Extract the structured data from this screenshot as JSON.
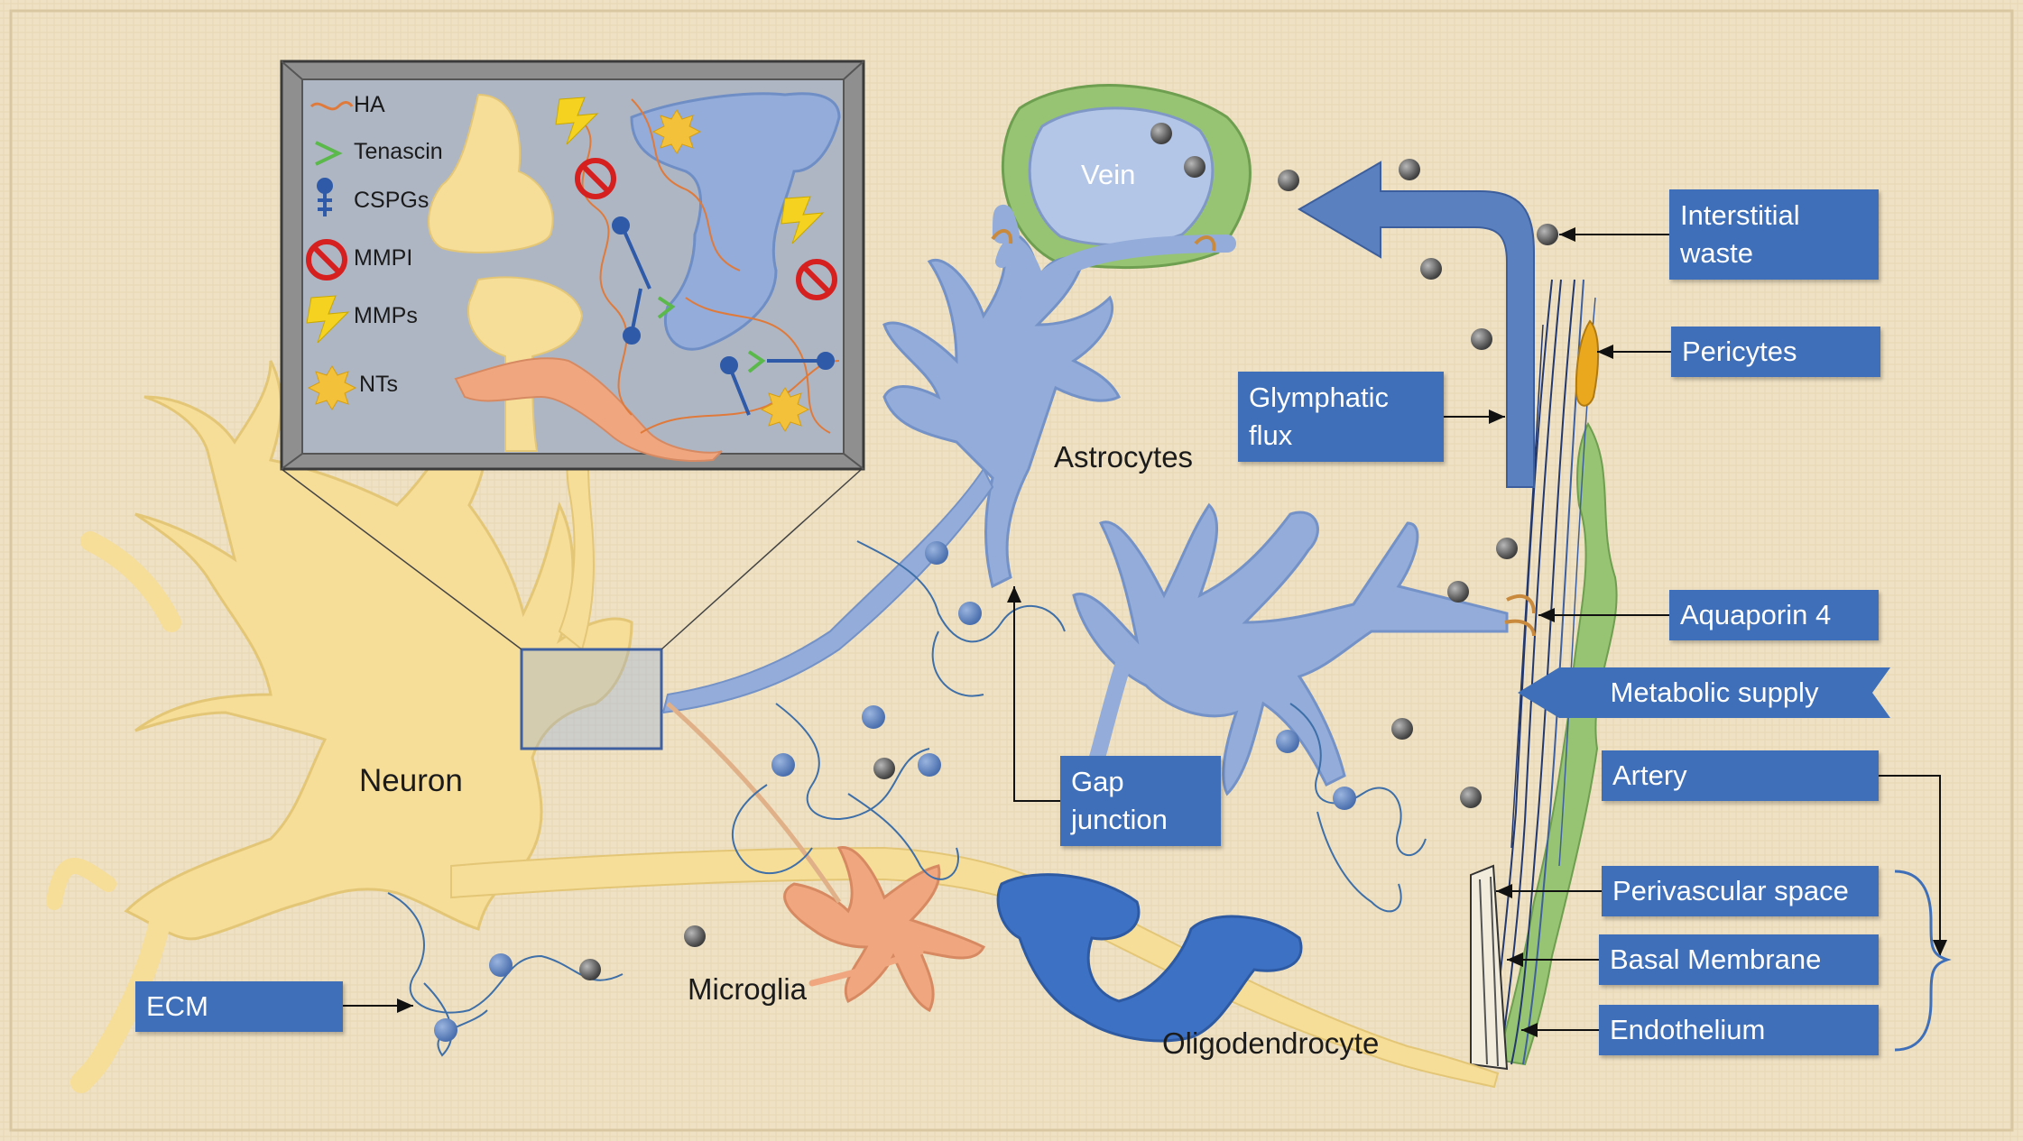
{
  "colors": {
    "background": "#efe1c3",
    "label_box": "#3e6fb8",
    "neuron": "#f6dd98",
    "astrocyte": "#93acd9",
    "microglia": "#f0a77f",
    "oligodendrocyte": "#3d71c4",
    "vessel_wall": "#96c472",
    "pericyte": "#e9a81d",
    "particle": "#6b6b6b"
  },
  "inset": {
    "legend": [
      {
        "label": "HA",
        "icon": "wavy-line-icon"
      },
      {
        "label": "Tenascin",
        "icon": "chevron-icon"
      },
      {
        "label": "CSPGs",
        "icon": "cspg-icon"
      },
      {
        "label": "MMPI",
        "icon": "no-symbol-icon"
      },
      {
        "label": "MMPs",
        "icon": "lightning-icon"
      },
      {
        "label": "NTs",
        "icon": "starburst-icon"
      }
    ]
  },
  "cells": {
    "vein": "Vein",
    "astrocytes": "Astrocytes",
    "neuron": "Neuron",
    "microglia": "Microglia",
    "oligodendrocyte": "Oligodendrocyte"
  },
  "callouts": {
    "interstitial_waste": [
      "Interstitial",
      "waste"
    ],
    "pericytes": "Pericytes",
    "glymphatic_flux": [
      "Glymphatic",
      "flux"
    ],
    "aquaporin": "Aquaporin 4",
    "metabolic_supply": "Metabolic supply",
    "artery": "Artery",
    "perivascular_space": "Perivascular space",
    "basal_membrane": "Basal Membrane",
    "endothelium": "Endothelium",
    "gap_junction": [
      "Gap",
      "junction"
    ],
    "ecm": "ECM"
  }
}
